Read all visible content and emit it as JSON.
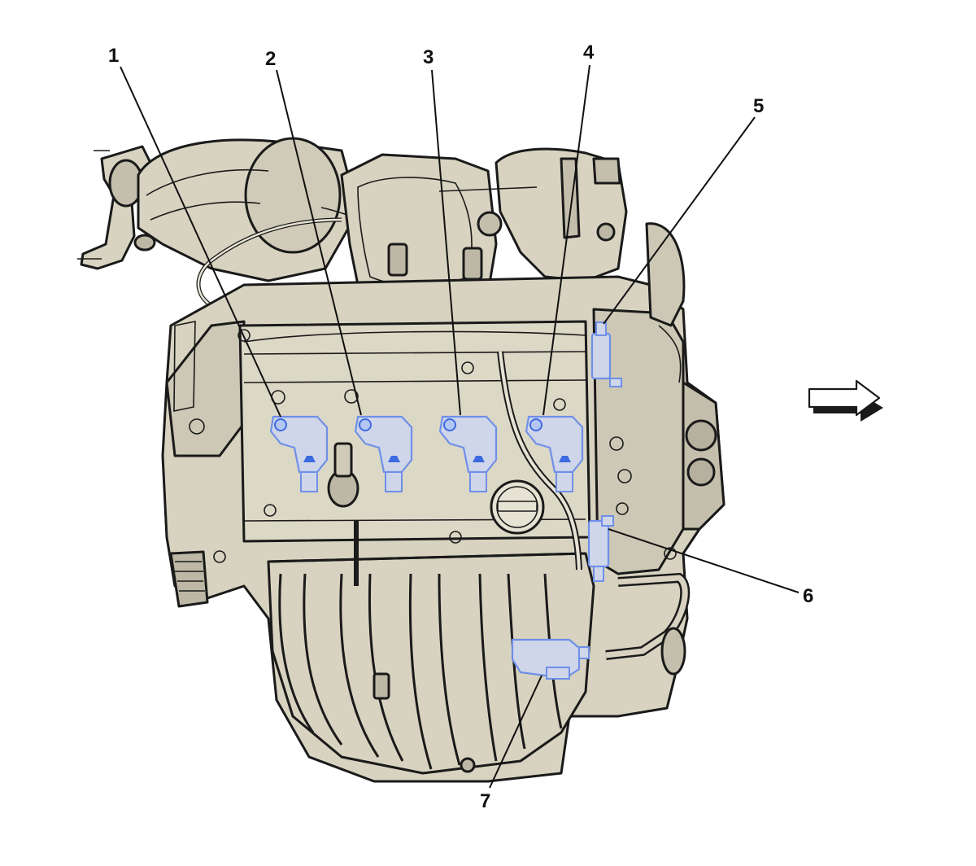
{
  "colors": {
    "background": "#ffffff",
    "engine_fill": "#d7d3c0",
    "engine_shade": "#c3bfac",
    "engine_dark": "#a9a592",
    "outline": "#1a1a1a",
    "highlight_stroke": "#6f8fe8",
    "highlight_fill": "#b4c7f4",
    "highlight_dark": "#3d6ae0",
    "label": "#111111"
  },
  "callouts": [
    {
      "id": "1",
      "label": "1"
    },
    {
      "id": "2",
      "label": "2"
    },
    {
      "id": "3",
      "label": "3"
    },
    {
      "id": "4",
      "label": "4"
    },
    {
      "id": "5",
      "label": "5"
    },
    {
      "id": "6",
      "label": "6"
    },
    {
      "id": "7",
      "label": "7"
    }
  ],
  "direction_arrow": {
    "icon": "right-arrow-icon"
  }
}
